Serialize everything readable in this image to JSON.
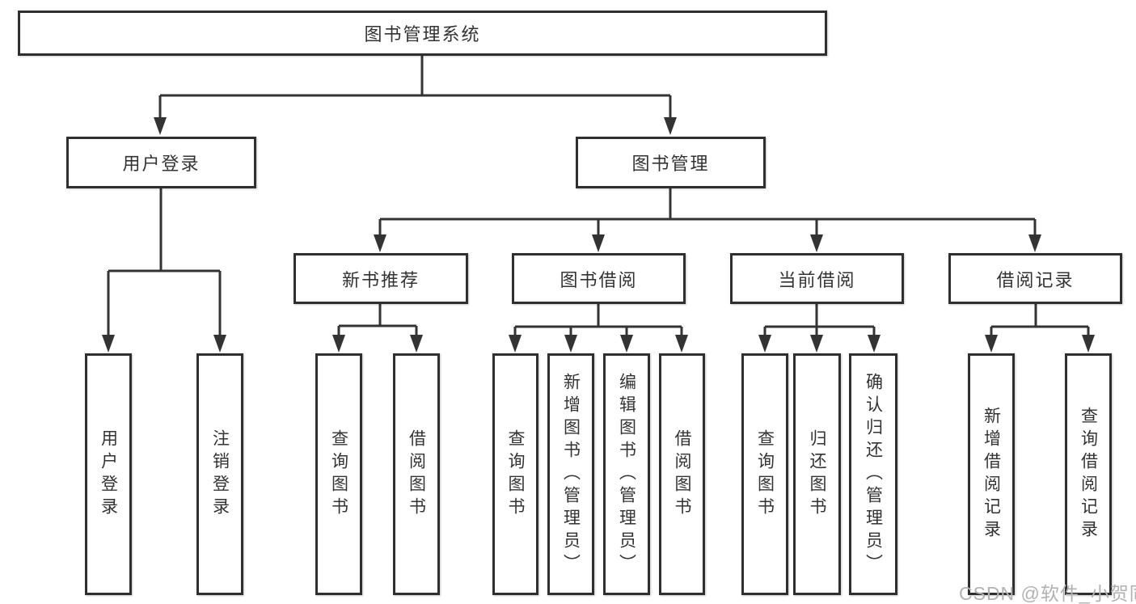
{
  "title": "图书管理系统",
  "level2": [
    {
      "label": "用户登录"
    },
    {
      "label": "图书管理"
    }
  ],
  "level3": [
    {
      "label": "新书推荐"
    },
    {
      "label": "图书借阅"
    },
    {
      "label": "当前借阅"
    },
    {
      "label": "借阅记录"
    }
  ],
  "leaves": {
    "user_login": [
      "用户登录",
      "注销登录"
    ],
    "new_books": [
      "查询图书",
      "借阅图书"
    ],
    "book_borrow": [
      "查询图书",
      "新增图书（管理员）",
      "编辑图书（管理员）",
      "借阅图书"
    ],
    "current_borrow": [
      "查询图书",
      "归还图书",
      "确认归还（管理员）"
    ],
    "borrow_records": [
      "新增借阅记录",
      "查询借阅记录"
    ]
  },
  "watermark": "CSDN @软件_小贺同学",
  "colors": {
    "line": "#333333",
    "box_border": "#2f2f2f",
    "text": "#333333",
    "watermark": "#b2b2b2",
    "background": "#ffffff"
  }
}
